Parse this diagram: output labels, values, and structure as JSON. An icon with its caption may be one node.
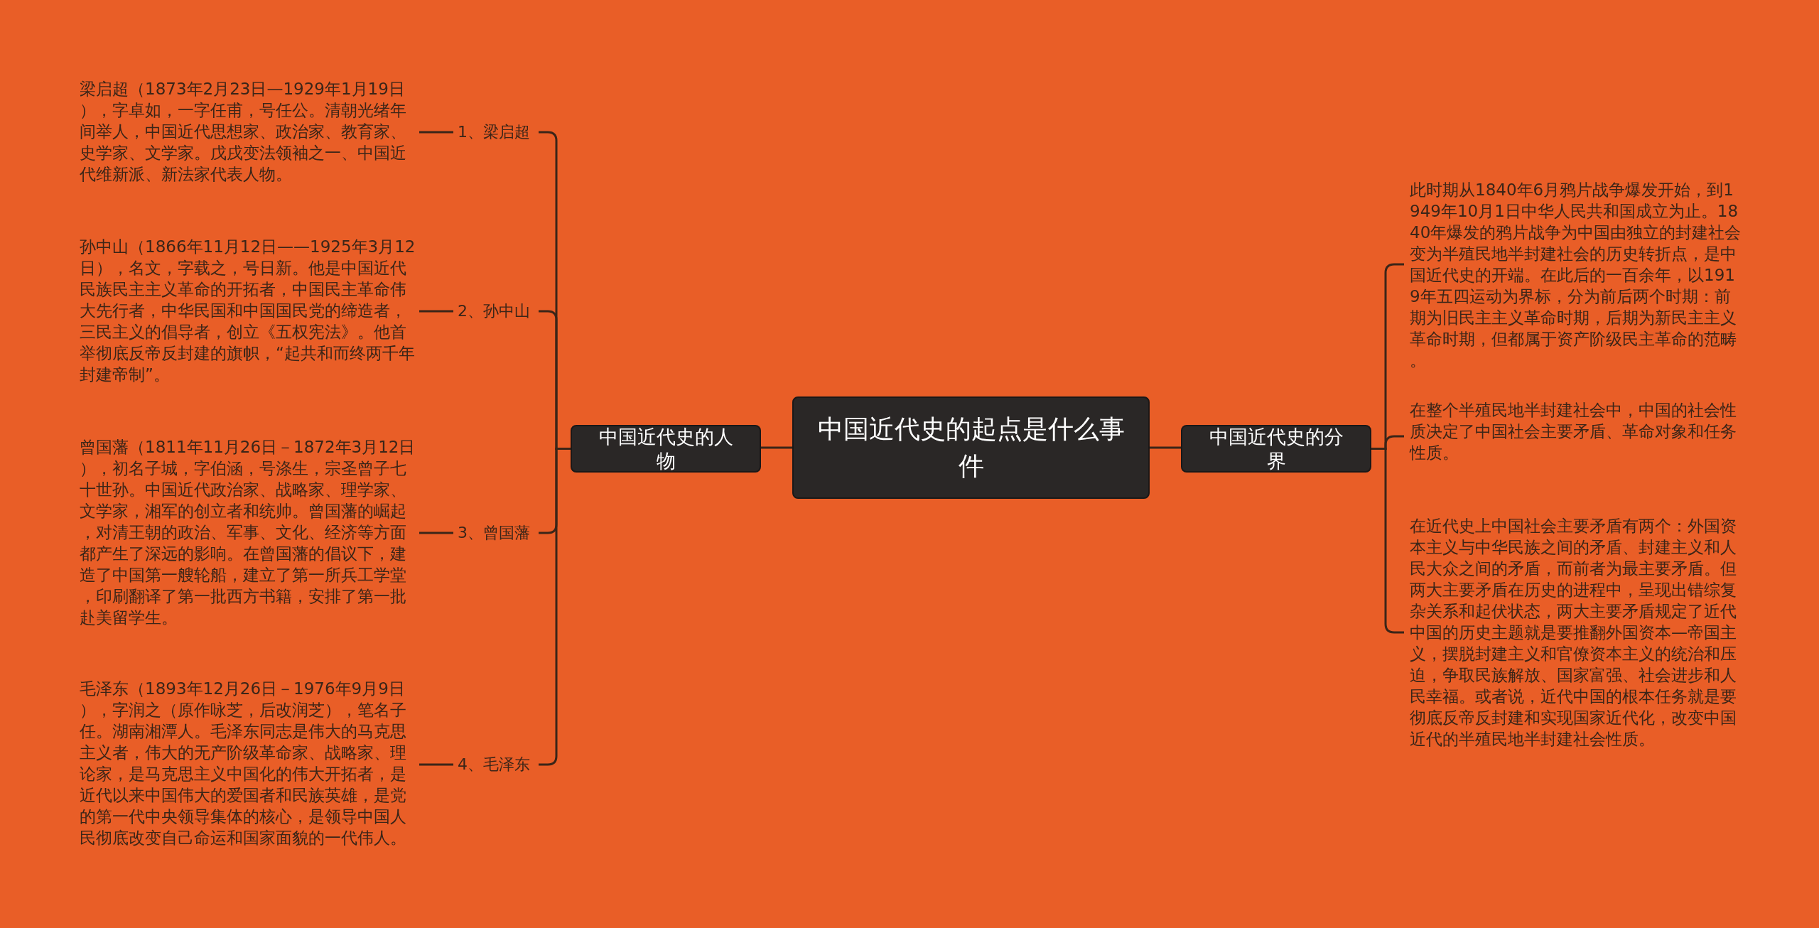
{
  "diagram": {
    "nodes": [
      {
        "text": [
          "中国近代史的起点是什么事件"
        ]
      },
      {
        "text": [
          "中国近代史的人物"
        ]
      },
      {
        "text": [
          "中国近代史的分界"
        ]
      },
      {
        "text": [
          "1、梁启超"
        ]
      },
      {
        "text": [
          "2、孙中山"
        ]
      },
      {
        "text": [
          "3、曾国藩"
        ]
      },
      {
        "text": [
          "4、毛泽东"
        ]
      },
      {
        "text": [
          "梁启超（1873年2月23日—1929年1月19日），字卓如，一字任甫，号任公。清朝光绪年间举人，中国近代思想家、政治家、教育家、史学家、文学家。戊戌变法领袖之一、中国近代维新派、新法家代表人物。"
        ]
      },
      {
        "text": [
          "孙中山（1866年11月12日——1925年3月12日），名文，字载之，号日新。他是中国近代民族民主主义革命的开拓者，中国民主革命伟大先行者，中华民国和中国国民党的缔造者，三民主义的倡导者，创立《五权宪法》。他首举彻底反帝反封建的旗帜，“起共和而终两千年封建帝制”。"
        ]
      },
      {
        "text": [
          "曾国藩（1811年11月26日－1872年3月12日），初名子城，字伯涵，号涤生，宗圣曾子七十世孙。中国近代政治家、战略家、理学家、文学家，湘军的创立者和统帅。曾国藩的崛起，对清王朝的政治、军事、文化、经济等方面都产生了深远的影响。在曾国藩的倡议下，建造了中国第一艘轮船，建立了第一所兵工学堂，印刷翻译了第一批西方书籍，安排了第一批赴美留学生。"
        ]
      },
      {
        "text": [
          "毛泽东（1893年12月26日－1976年9月9日），字润之（原作咏芝，后改润芝），笔名子任。湖南湘潭人。毛泽东同志是伟大的马克思主义者，伟大的无产阶级革命家、战略家、理论家，是马克思主义中国化的伟大开拓者，是近代以来中国伟大的爱国者和民族英雄，是党的第一代中央领导集体的核心，是领导中国人民彻底改变自己命运和国家面貌的一代伟人。"
        ]
      },
      {
        "text": [
          "此时期从1840年6月鸦片战争爆发开始，到1949年10月1日中华人民共和国成立为止。1840年爆发的鸦片战争为中国由独立的封建社会变为半殖民地半封建社会的历史转折点，是中国近代史的开端。在此后的一百余年，以1919年五四运动为界标，分为前后两个时期：前期为旧民主主义革命时期，后期为新民主主义革命时期，但都属于资产阶级民主革命的范畴。"
        ]
      },
      {
        "text": [
          "在整个半殖民地半封建社会中，中国的社会性质决定了中国社会主要矛盾、革命对象和任务性质。"
        ]
      },
      {
        "text": [
          "在近代史上中国社会主要矛盾有两个：外国资本主义与中华民族之间的矛盾、封建主义和人民大众之间的矛盾，而前者为最主要矛盾。但两大主要矛盾在历史的进程中，呈现出错综复杂关系和起伏状态，两大主要矛盾规定了近代中国的历史主题就是要推翻外国资本—帝国主义，摆脱封建主义和官僚资本主义的统治和压迫，争取民族解放、国家富强、社会进步和人民幸福。或者说，近代中国的根本任务就是要彻底反帝反封建和实现国家近代化，改变中国近代的半殖民地半封建社会性质。"
        ]
      }
    ],
    "edges": [
      {
        "from": 0,
        "to": 1,
        "arrow": "none"
      },
      {
        "from": 0,
        "to": 2,
        "arrow": "none"
      },
      {
        "from": 1,
        "to": 3,
        "arrow": "none"
      },
      {
        "from": 1,
        "to": 4,
        "arrow": "none"
      },
      {
        "from": 1,
        "to": 5,
        "arrow": "none"
      },
      {
        "from": 1,
        "to": 6,
        "arrow": "none"
      },
      {
        "from": 3,
        "to": 7,
        "arrow": "none"
      },
      {
        "from": 4,
        "to": 8,
        "arrow": "none"
      },
      {
        "from": 5,
        "to": 9,
        "arrow": "none"
      },
      {
        "from": 6,
        "to": 10,
        "arrow": "none"
      },
      {
        "from": 2,
        "to": 11,
        "arrow": "none"
      },
      {
        "from": 2,
        "to": 12,
        "arrow": "none"
      },
      {
        "from": 2,
        "to": 13,
        "arrow": "none"
      }
    ]
  }
}
